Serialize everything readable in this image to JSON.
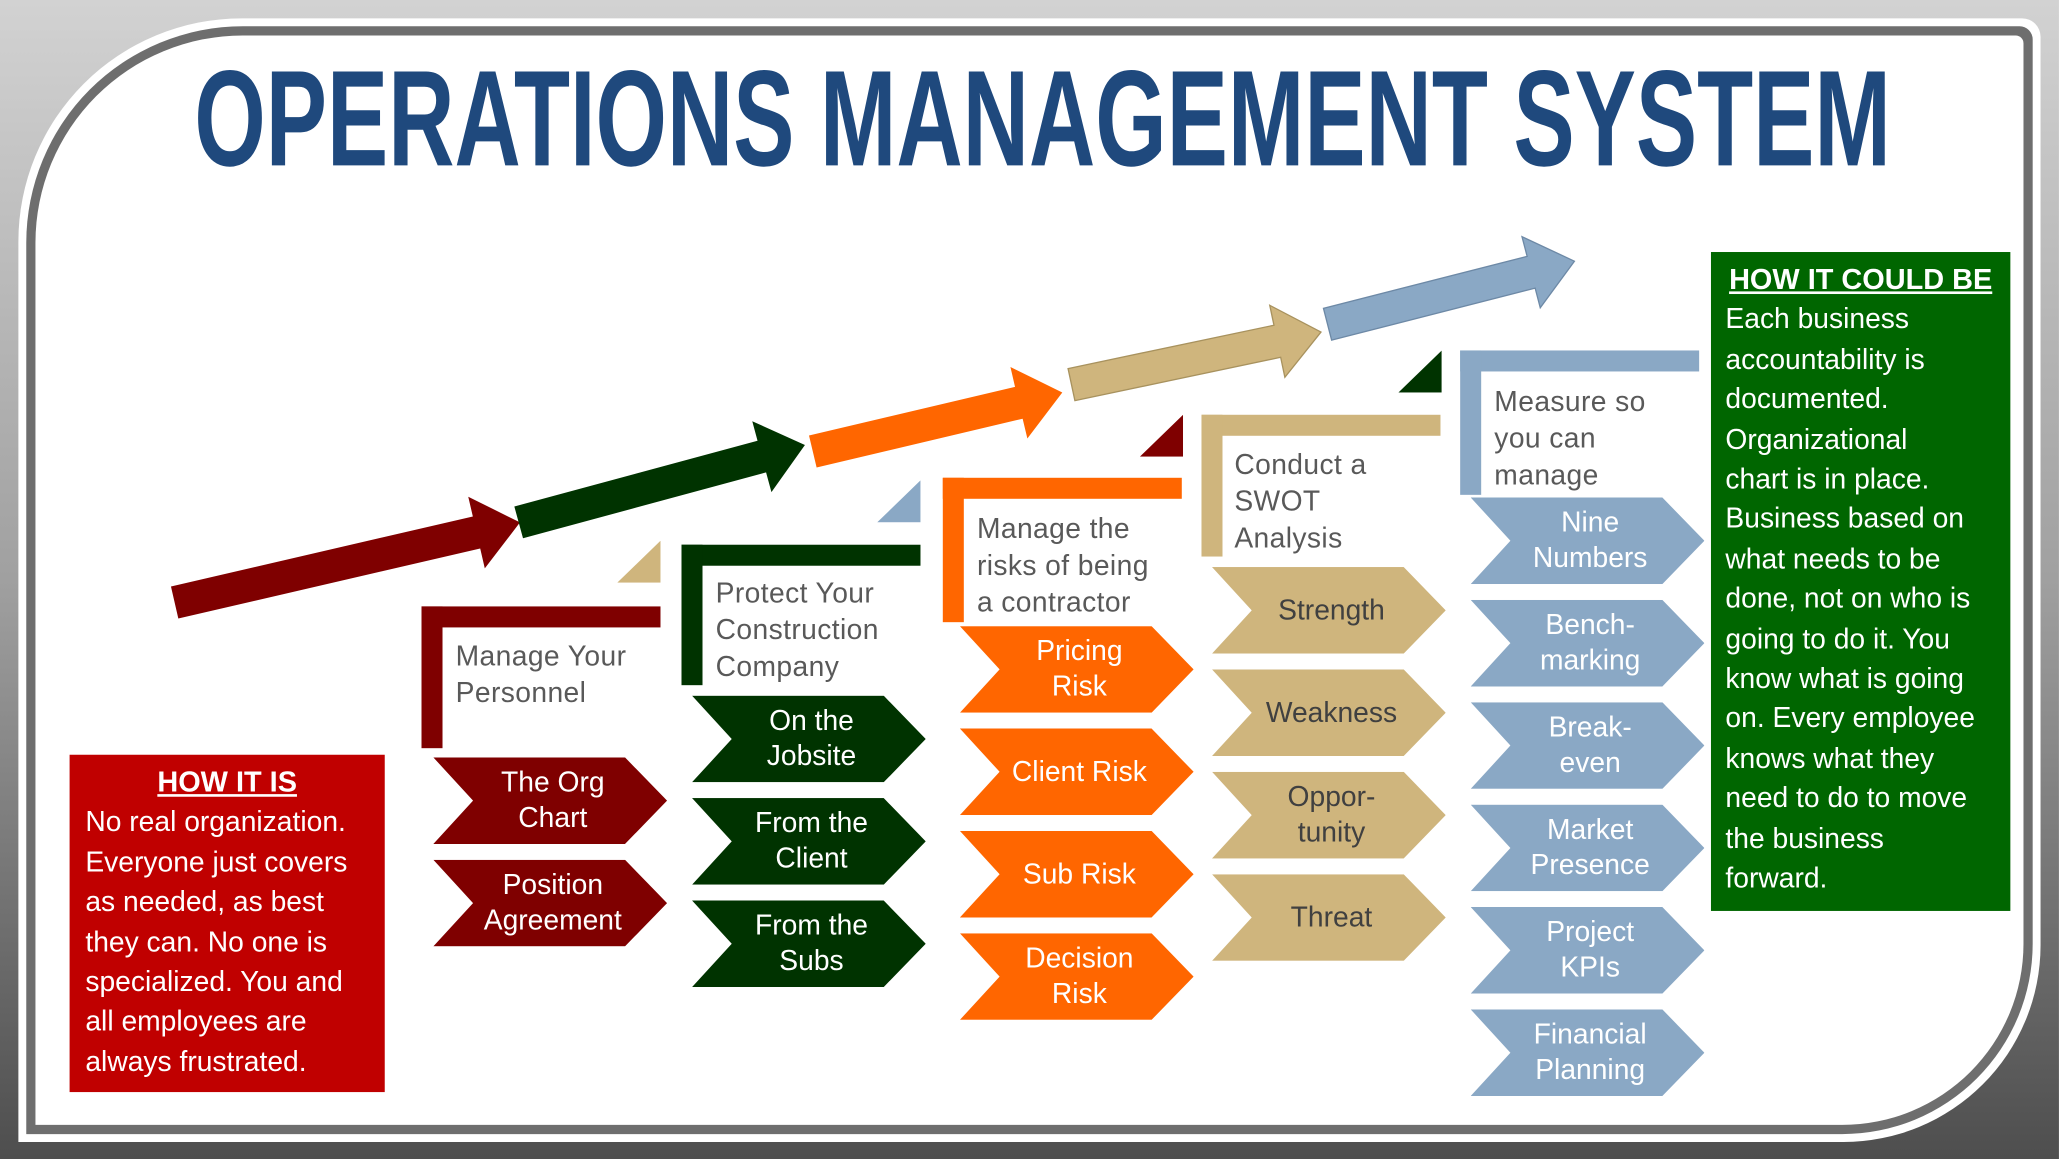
{
  "title": "OPERATIONS MANAGEMENT SYSTEM",
  "colors": {
    "title": "#1F497D",
    "dark_red": "#7F0000",
    "dark_green": "#003300",
    "orange": "#FF6600",
    "tan": "#CFB57D",
    "blue_gray": "#8AA8C5",
    "how_it_is_bg": "#C00000",
    "how_it_could_be_bg": "#006600"
  },
  "columns": [
    {
      "heading": [
        "Manage Your",
        "Personnel"
      ],
      "items": [
        [
          "The Org",
          "Chart"
        ],
        [
          "Position",
          "Agreement"
        ]
      ]
    },
    {
      "heading": [
        "Protect Your",
        "Construction",
        "Company"
      ],
      "items": [
        [
          "On the",
          "Jobsite"
        ],
        [
          "From the",
          "Client"
        ],
        [
          "From the",
          "Subs"
        ]
      ]
    },
    {
      "heading": [
        "Manage the",
        "risks of being",
        "a contractor"
      ],
      "items": [
        [
          "Pricing",
          "Risk"
        ],
        [
          "Client Risk"
        ],
        [
          "Sub Risk"
        ],
        [
          "Decision",
          "Risk"
        ]
      ]
    },
    {
      "heading": [
        "Conduct a",
        "SWOT",
        "Analysis"
      ],
      "items": [
        [
          "Strength"
        ],
        [
          "Weakness"
        ],
        [
          "Oppor-",
          "tunity"
        ],
        [
          "Threat"
        ]
      ]
    },
    {
      "heading": [
        "Measure so",
        "you can",
        "manage"
      ],
      "items": [
        [
          "Nine",
          "Numbers"
        ],
        [
          "Bench-",
          "marking"
        ],
        [
          "Break-",
          "even"
        ],
        [
          "Market",
          "Presence"
        ],
        [
          "Project",
          "KPIs"
        ],
        [
          "Financial",
          "Planning"
        ]
      ]
    }
  ],
  "how_it_is": {
    "title": "HOW IT IS",
    "lines": [
      "No real organization.",
      "Everyone just covers",
      "as needed, as best",
      "they can. No one is",
      "specialized. You and",
      "all employees are",
      "always frustrated."
    ]
  },
  "how_it_could_be": {
    "title": "HOW IT COULD BE",
    "lines": [
      "Each business",
      "accountability is",
      "documented.",
      "Organizational",
      "chart is in place.",
      "Business based on",
      "what needs to be",
      "done, not on who is",
      "going to do it.  You",
      "know what is going",
      "on. Every employee",
      "knows what they",
      "need to do to move",
      "the business",
      "forward."
    ]
  }
}
